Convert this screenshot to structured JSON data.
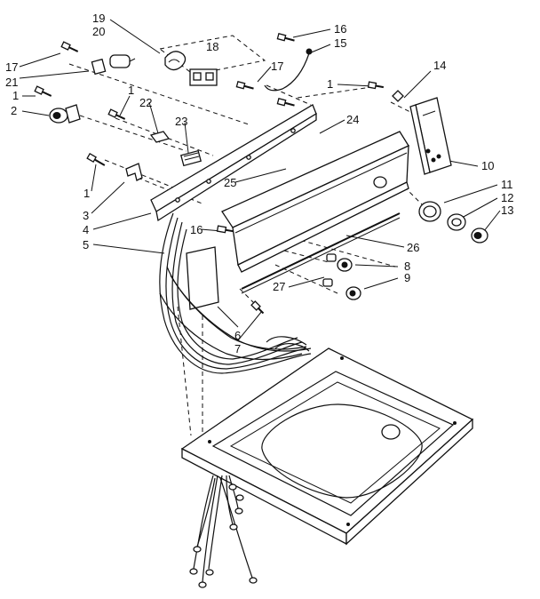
{
  "diagram": {
    "callouts": [
      "19",
      "20",
      "18",
      "16",
      "15",
      "17",
      "21",
      "17",
      "14",
      "1",
      "2",
      "1",
      "22",
      "23",
      "1",
      "24",
      "1",
      "3",
      "4",
      "5",
      "25",
      "10",
      "11",
      "12",
      "13",
      "16",
      "26",
      "8",
      "27",
      "9",
      "6",
      "7"
    ]
  }
}
